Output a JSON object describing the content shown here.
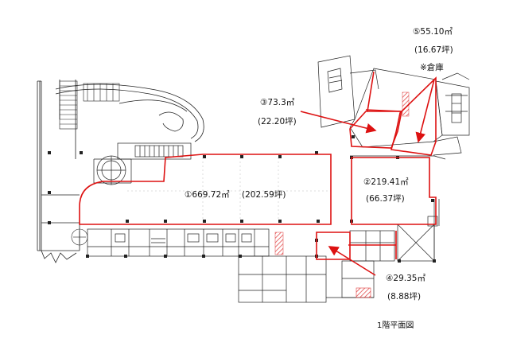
{
  "floor_title": "1階平面図",
  "areas": [
    {
      "id": "1",
      "area": "①669.72㎡",
      "tsubo": "(202.59坪)"
    },
    {
      "id": "2",
      "area": "②219.41㎡",
      "tsubo": "(66.37坪)"
    },
    {
      "id": "3",
      "area": "③73.3㎡",
      "tsubo": "(22.20坪)"
    },
    {
      "id": "4",
      "area": "④29.35㎡",
      "tsubo": "(8.88坪)"
    },
    {
      "id": "5",
      "area": "⑤55.10㎡",
      "tsubo": "(16.67坪)",
      "note": "※倉庫"
    }
  ],
  "colors": {
    "highlight": "#dd1111",
    "line": "#222222",
    "hatch": "#e04040"
  }
}
